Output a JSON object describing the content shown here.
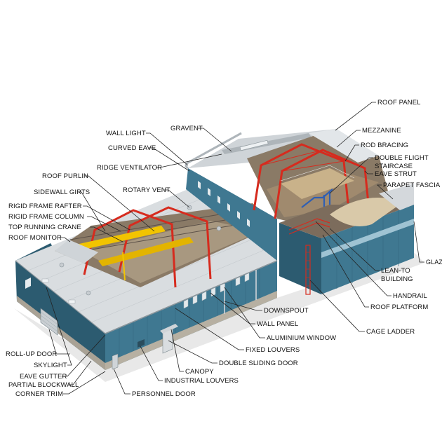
{
  "labels": {
    "roof_panel": "ROOF PANEL",
    "gravent": "GRAVENT",
    "mezzanine": "MEZZANINE",
    "wall_light": "WALL LIGHT",
    "curved_eave": "CURVED EAVE",
    "rod_bracing": "ROD BRACING",
    "double_flight_staircase_1": "DOUBLE FLIGHT",
    "double_flight_staircase_2": "STAIRCASE",
    "ridge_ventilator": "RIDGE VENTILATOR",
    "eave_strut": "EAVE STRUT",
    "roof_purlin": "ROOF PURLIN",
    "parapet_fascia": "PARAPET FASCIA",
    "rotary_vent": "ROTARY VENT",
    "sidewall_girts": "SIDEWALL GIRTS",
    "rigid_frame_rafter": "RIGID FRAME RAFTER",
    "rigid_frame_column": "RIGID FRAME COLUMN",
    "top_running_crane": "TOP RUNNING CRANE",
    "roof_monitor": "ROOF MONITOR",
    "glazing": "GLAZING",
    "lean_to_building_1": "LEAN-TO",
    "lean_to_building_2": "BUILDING",
    "handrail": "HANDRAIL",
    "roof_platform": "ROOF PLATFORM",
    "downspout": "DOWNSPOUT",
    "wall_panel": "WALL PANEL",
    "cage_ladder": "CAGE LADDER",
    "aluminium_window": "ALUMINIUM WINDOW",
    "fixed_louvers": "FIXED LOUVERS",
    "roll_up_door": "ROLL-UP DOOR",
    "double_sliding_door": "DOUBLE SLIDING DOOR",
    "skylight": "SKYLIGHT",
    "canopy": "CANOPY",
    "eave_gutter": "EAVE GUTTER",
    "industrial_louvers": "INDUSTRIAL LOUVERS",
    "partial_blockwall": "PARTIAL BLOCKWALL",
    "corner_trim": "CORNER TRIM",
    "personnel_door": "PERSONNEL DOOR"
  },
  "colors": {
    "wall": "#3f7891",
    "wall_dark": "#2c5b70",
    "roof": "#d9dde0",
    "roof_shade": "#b9bec2",
    "steel": "#d62b1e",
    "crane": "#f2c400",
    "interior": "#8a7a66",
    "floor": "#a89880"
  }
}
